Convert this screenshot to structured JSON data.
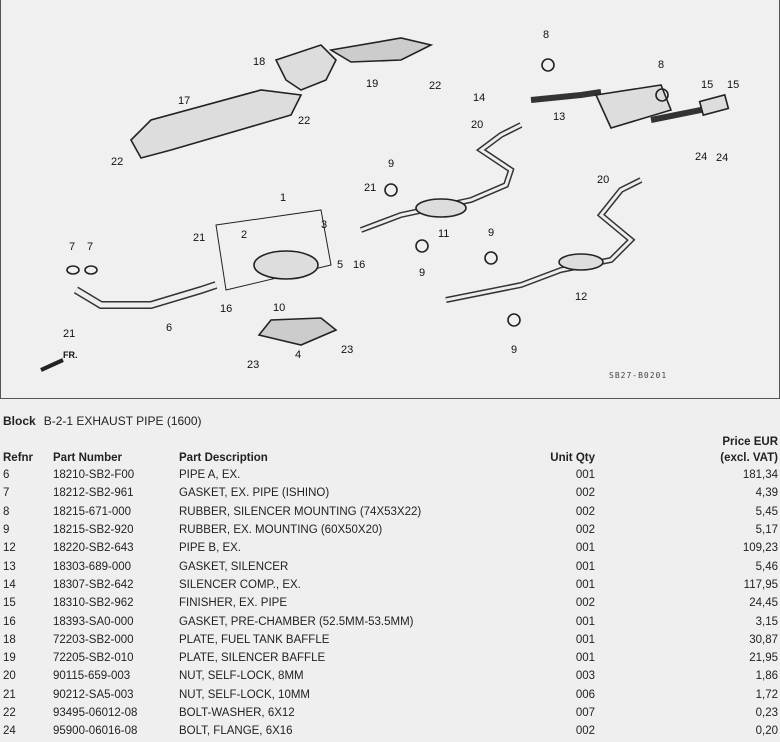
{
  "diagram": {
    "code": "SB27-B0201",
    "front_label": "FR.",
    "callouts": [
      "8",
      "8",
      "15",
      "15",
      "18",
      "19",
      "22",
      "17",
      "14",
      "22",
      "13",
      "20",
      "22",
      "24",
      "24",
      "9",
      "21",
      "20",
      "1",
      "3",
      "2",
      "21",
      "11",
      "9",
      "7",
      "7",
      "5",
      "16",
      "9",
      "12",
      "16",
      "10",
      "6",
      "21",
      "9",
      "4",
      "23",
      "23"
    ]
  },
  "block": {
    "label": "Block",
    "title": "B-2-1 EXHAUST PIPE (1600)"
  },
  "table": {
    "headers": {
      "refnr": "Refnr",
      "part_number": "Part Number",
      "description": "Part Description",
      "qty": "Unit Qty",
      "price_line1": "Price EUR",
      "price_line2": "(excl. VAT)"
    },
    "rows": [
      {
        "ref": "6",
        "pn": "18210-SB2-F00",
        "desc": "PIPE A, EX.",
        "qty": "001",
        "price": "181,34"
      },
      {
        "ref": "7",
        "pn": "18212-SB2-961",
        "desc": "GASKET, EX. PIPE (ISHINO)",
        "qty": "002",
        "price": "4,39"
      },
      {
        "ref": "8",
        "pn": "18215-671-000",
        "desc": "RUBBER, SILENCER MOUNTING (74X53X22)",
        "qty": "002",
        "price": "5,45"
      },
      {
        "ref": "9",
        "pn": "18215-SB2-920",
        "desc": "RUBBER, EX. MOUNTING (60X50X20)",
        "qty": "002",
        "price": "5,17"
      },
      {
        "ref": "12",
        "pn": "18220-SB2-643",
        "desc": "PIPE B, EX.",
        "qty": "001",
        "price": "109,23"
      },
      {
        "ref": "13",
        "pn": "18303-689-000",
        "desc": "GASKET, SILENCER",
        "qty": "001",
        "price": "5,46"
      },
      {
        "ref": "14",
        "pn": "18307-SB2-642",
        "desc": "SILENCER COMP., EX.",
        "qty": "001",
        "price": "117,95"
      },
      {
        "ref": "15",
        "pn": "18310-SB2-962",
        "desc": "FINISHER, EX. PIPE",
        "qty": "002",
        "price": "24,45"
      },
      {
        "ref": "16",
        "pn": "18393-SA0-000",
        "desc": "GASKET, PRE-CHAMBER (52.5MM-53.5MM)",
        "qty": "001",
        "price": "3,15"
      },
      {
        "ref": "18",
        "pn": "72203-SB2-000",
        "desc": "PLATE, FUEL TANK BAFFLE",
        "qty": "001",
        "price": "30,87"
      },
      {
        "ref": "19",
        "pn": "72205-SB2-010",
        "desc": "PLATE, SILENCER BAFFLE",
        "qty": "001",
        "price": "21,95"
      },
      {
        "ref": "20",
        "pn": "90115-659-003",
        "desc": "NUT, SELF-LOCK, 8MM",
        "qty": "003",
        "price": "1,86"
      },
      {
        "ref": "21",
        "pn": "90212-SA5-003",
        "desc": "NUT, SELF-LOCK, 10MM",
        "qty": "006",
        "price": "1,72"
      },
      {
        "ref": "22",
        "pn": "93495-06012-08",
        "desc": "BOLT-WASHER, 6X12",
        "qty": "007",
        "price": "0,23"
      },
      {
        "ref": "24",
        "pn": "95900-06016-08",
        "desc": "BOLT, FLANGE, 6X16",
        "qty": "002",
        "price": "0,20"
      }
    ]
  }
}
